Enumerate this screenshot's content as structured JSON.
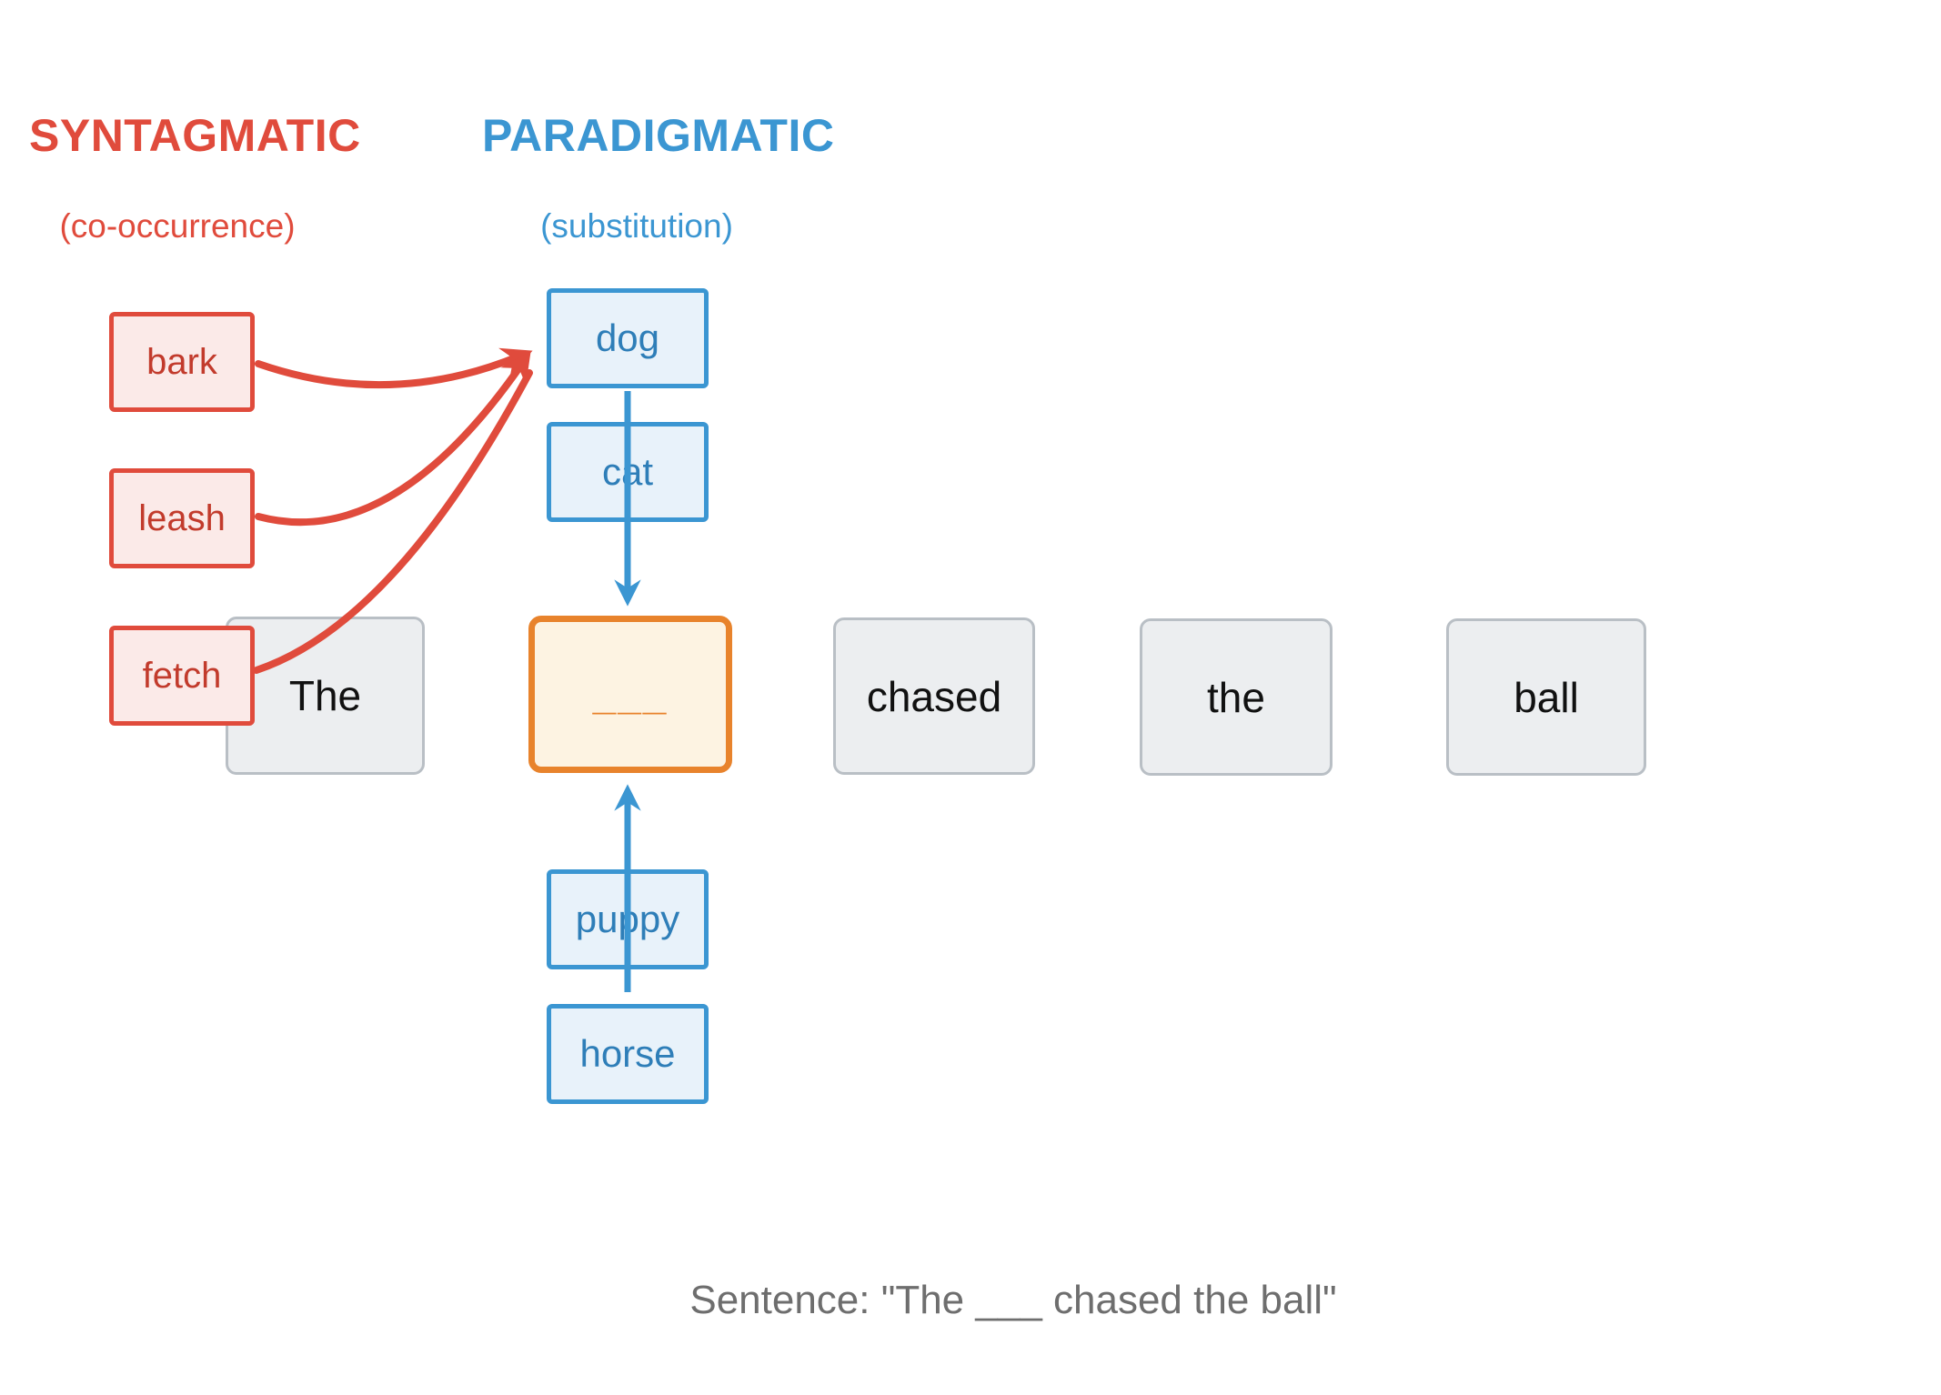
{
  "diagram": {
    "syntagmatic": {
      "title": "SYNTAGMATIC",
      "subtitle": "(co-occurrence)",
      "words": [
        {
          "label": "bark"
        },
        {
          "label": "leash"
        },
        {
          "label": "fetch"
        }
      ]
    },
    "paradigmatic": {
      "title": "PARADIGMATIC",
      "subtitle": "(substitution)",
      "words_above": [
        {
          "label": "dog"
        },
        {
          "label": "cat"
        }
      ],
      "words_below": [
        {
          "label": "puppy"
        },
        {
          "label": "horse"
        }
      ]
    },
    "sentence": {
      "tokens": [
        {
          "label": "The"
        },
        {
          "label": "___",
          "blank": true
        },
        {
          "label": "chased"
        },
        {
          "label": "the"
        },
        {
          "label": "ball"
        }
      ]
    },
    "caption": "Sentence: \"The ___ chased the ball\"",
    "colors": {
      "syntagmatic_red": "#e04b3c",
      "syntagmatic_red_text": "#c23b2c",
      "syntagmatic_red_fill": "#fbeae8",
      "paradigmatic_blue": "#3b96d2",
      "paradigmatic_blue_text": "#2e7eb8",
      "paradigmatic_blue_fill": "#e8f2fa",
      "blank_orange": "#e8832c",
      "blank_orange_fill": "#fdf3e2",
      "sentence_gray_border": "#b9bfc5",
      "sentence_gray_fill": "#eceef0",
      "sentence_text": "#111111",
      "caption_gray": "#6e6e6e"
    }
  }
}
